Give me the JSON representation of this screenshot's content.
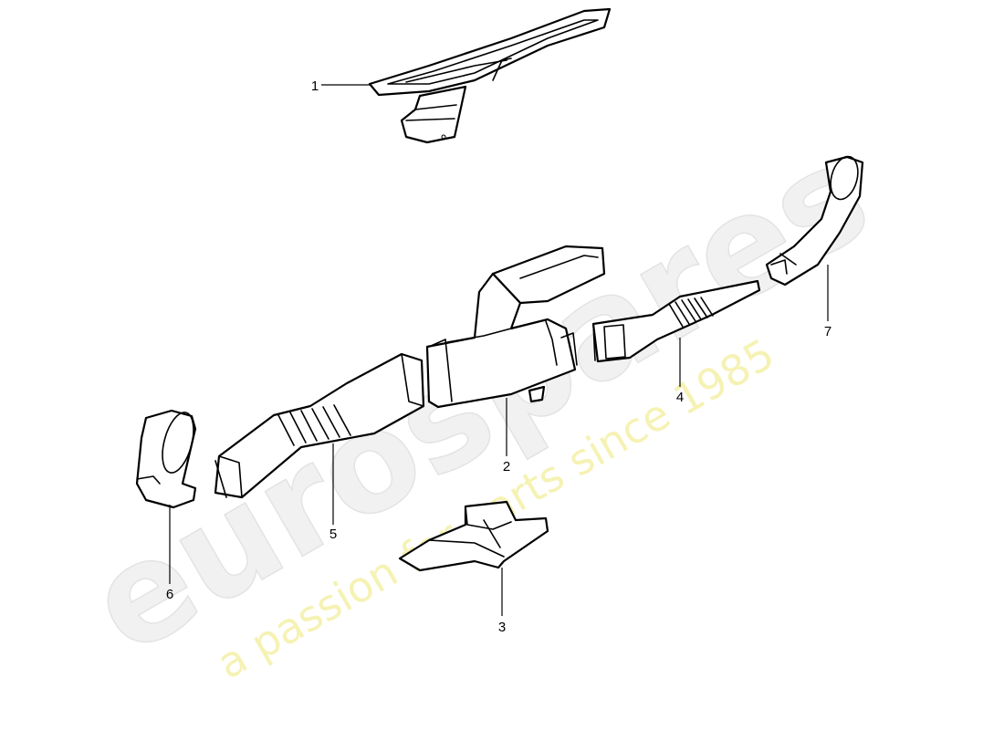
{
  "diagram": {
    "callouts": [
      {
        "id": "1",
        "text": "1"
      },
      {
        "id": "2",
        "text": "2"
      },
      {
        "id": "3",
        "text": "3"
      },
      {
        "id": "4",
        "text": "4"
      },
      {
        "id": "5",
        "text": "5"
      },
      {
        "id": "6",
        "text": "6"
      },
      {
        "id": "7",
        "text": "7"
      }
    ]
  },
  "watermark": {
    "brand": "eurospares",
    "tagline": "a passion for parts since 1985",
    "colors": {
      "brand": "#e8e8e8",
      "tagline": "#f2ee9a"
    }
  }
}
